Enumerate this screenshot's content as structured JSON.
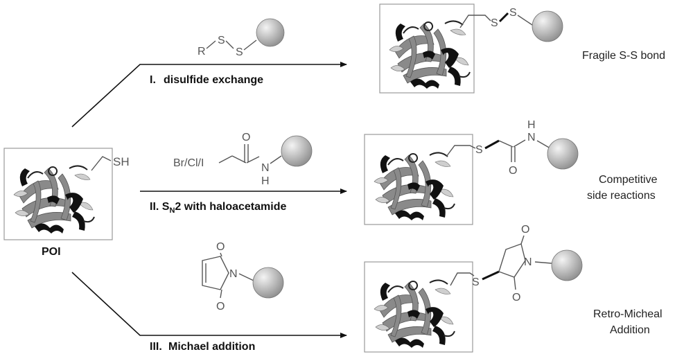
{
  "poi": {
    "label": "POI",
    "thiol": "SH"
  },
  "routes": [
    {
      "roman": "I.",
      "name": "disulfide exchange",
      "reagent": {
        "r": "R",
        "s1": "S",
        "s2": "S"
      },
      "product": {
        "s1": "S",
        "s2": "S"
      },
      "note": [
        "Fragile S-S bond"
      ]
    },
    {
      "roman": "II.",
      "name_parts": [
        "S",
        "N",
        "2 with haloacetamide"
      ],
      "reagent": {
        "x": "Br/Cl/I",
        "o": "O",
        "n": "N",
        "h": "H"
      },
      "product": {
        "s": "S",
        "o": "O",
        "n": "N",
        "h": "H"
      },
      "note": [
        "Competitive",
        "side reactions"
      ]
    },
    {
      "roman": "III.",
      "name": "Michael addition",
      "reagent": {
        "o1": "O",
        "n": "N",
        "o2": "O"
      },
      "product": {
        "s": "S",
        "o1": "O",
        "n": "N",
        "o2": "O"
      },
      "note": [
        "Retro-Micheal",
        "Addition"
      ]
    }
  ],
  "colors": {
    "bead_light": "#ececec",
    "bead_dark": "#8c8c8c",
    "line": "#111111",
    "chem_text": "#555555"
  },
  "icons": [
    "protein-ribbon-icon",
    "bead-icon"
  ]
}
